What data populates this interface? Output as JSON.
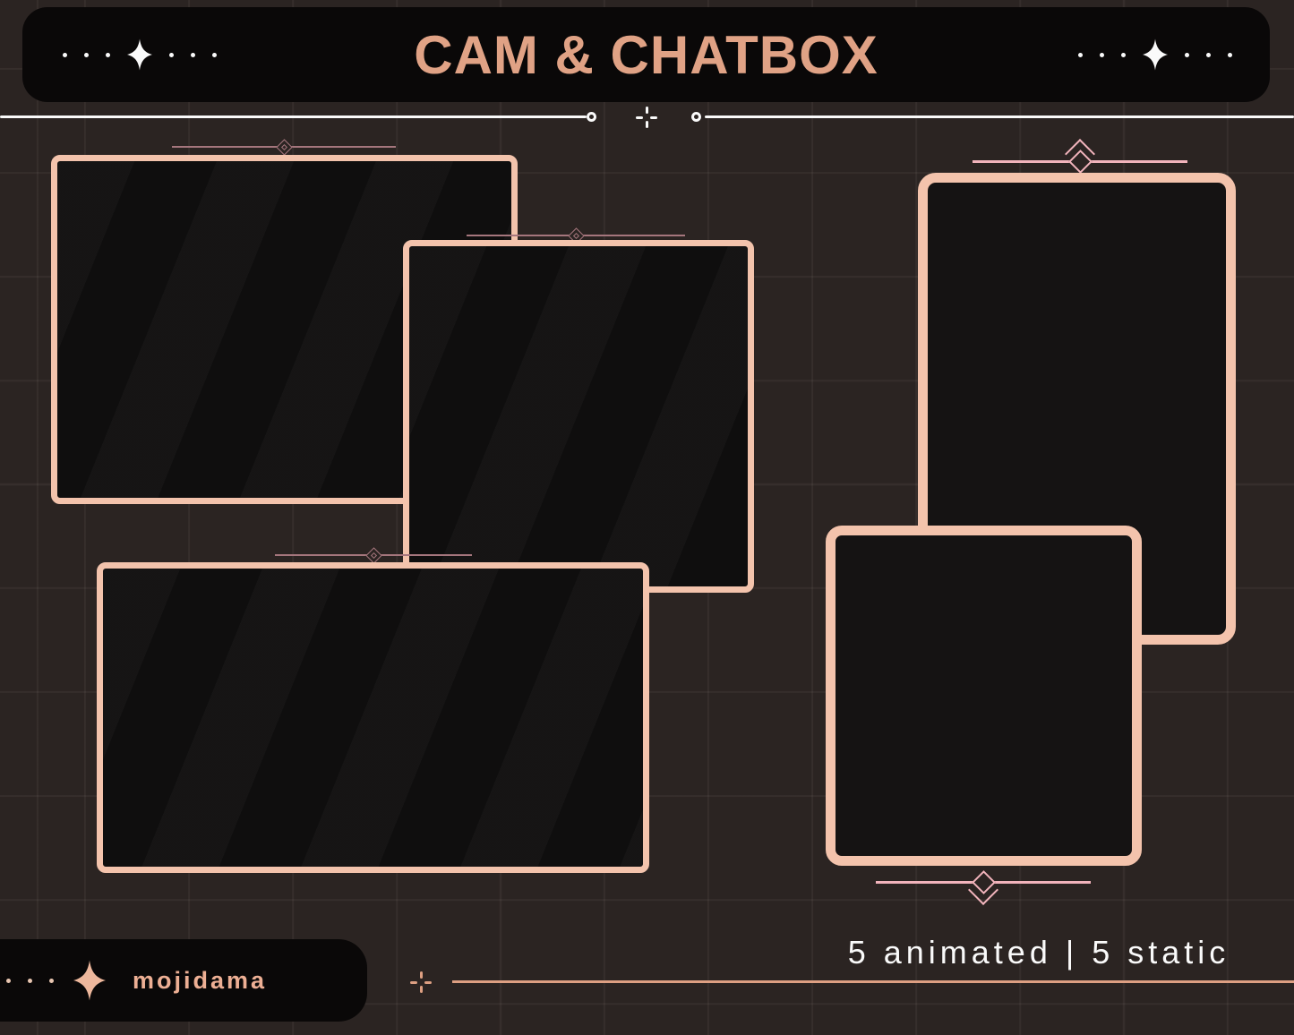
{
  "header": {
    "title": "CAM & CHATBOX"
  },
  "footer": {
    "brand": "mojidama",
    "caption": "5 animated | 5 static"
  },
  "frames": [
    {
      "name": "cam-frame-top-left",
      "variant": "thin-border-striped"
    },
    {
      "name": "cam-frame-middle",
      "variant": "thin-border-striped"
    },
    {
      "name": "cam-frame-bottom-left",
      "variant": "thin-border-striped"
    },
    {
      "name": "chatbox-frame-tall-right",
      "variant": "thick-border-flat"
    },
    {
      "name": "chatbox-frame-square-right",
      "variant": "thick-border-flat"
    }
  ],
  "icons": {
    "sparkle": "four-point star ✦",
    "dot": "•",
    "diamond_ornament": "◈",
    "diamond_chevron_ornament": "◇ with chevron",
    "dash_cross": "✛",
    "open_circle": "○"
  },
  "colors": {
    "background": "#2b2422",
    "panel_black": "#0a0808",
    "accent_peach": "#f3c3ac",
    "title_salmon": "#e0a285",
    "brand_peach": "#edaf94",
    "line_peach": "#dd9f82",
    "ornament_rose": "#a5767d",
    "ornament_pink": "#f2b4bc",
    "white": "#fafafa"
  }
}
